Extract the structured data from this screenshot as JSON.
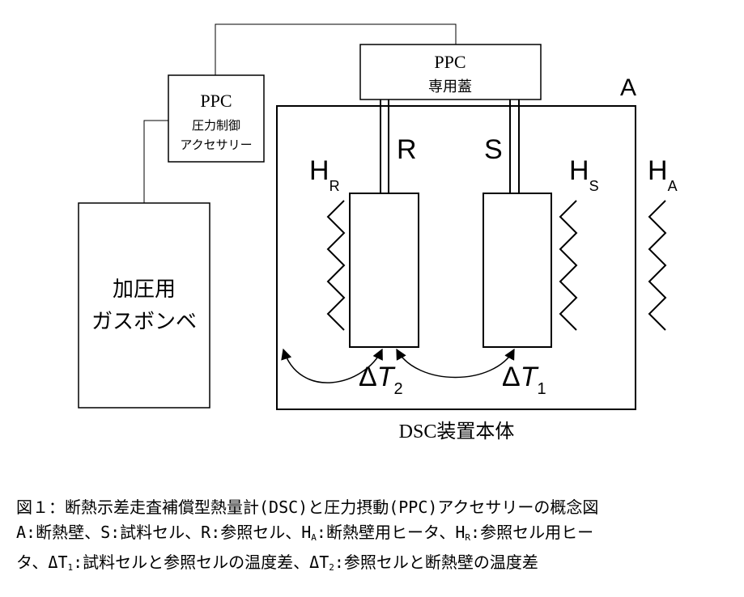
{
  "diagram": {
    "ppc_lid": {
      "title": "PPC",
      "subtitle": "専用蓋"
    },
    "ppc_controller": {
      "title": "PPC",
      "line1": "圧力制御",
      "line2": "アクセサリー"
    },
    "gas_cylinder": {
      "line1": "加圧用",
      "line2": "ガスボンベ"
    },
    "label_A": "A",
    "label_R": "R",
    "label_S": "S",
    "heater_R": {
      "main": "H",
      "sub": "R"
    },
    "heater_S": {
      "main": "H",
      "sub": "S"
    },
    "heater_A": {
      "main": "H",
      "sub": "A"
    },
    "delta_T2": {
      "delta": "Δ",
      "main": "T",
      "sub": "2"
    },
    "delta_T1": {
      "delta": "Δ",
      "main": "T",
      "sub": "1"
    },
    "body_label": "DSC装置本体"
  },
  "caption": {
    "line1": "図１：断熱示差走査補償型熱量計(DSC)と圧力摂動(PPC)アクセサリーの概念図",
    "line2_a": "A:断熱壁、S:試料セル、R:参照セル、H",
    "line2_a_sub": "A",
    "line2_b": ":断熱壁用ヒータ、H",
    "line2_b_sub": "R",
    "line2_c": ":参照セル用ヒー",
    "line3_a": "タ、ΔT",
    "line3_a_sub": "1",
    "line3_b": ":試料セルと参照セルの温度差、ΔT",
    "line3_b_sub": "2",
    "line3_c": ":参照セルと断熱壁の温度差"
  }
}
